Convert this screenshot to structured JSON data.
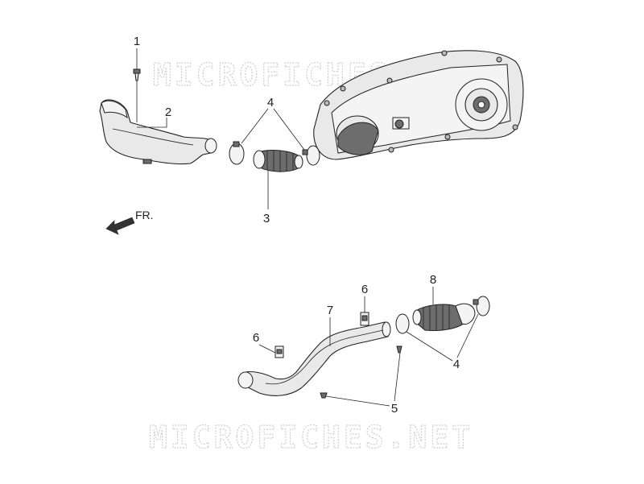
{
  "watermark": {
    "top": "MICROFICHES.NET",
    "bottom": "MICROFICHES.NET"
  },
  "direction_label": "FR.",
  "callouts": {
    "c1": "1",
    "c2": "2",
    "c3": "3",
    "c4_top": "4",
    "c4_bottom": "4",
    "c5": "5",
    "c6_upper": "6",
    "c6_lower": "6",
    "c7": "7",
    "c8": "8"
  }
}
